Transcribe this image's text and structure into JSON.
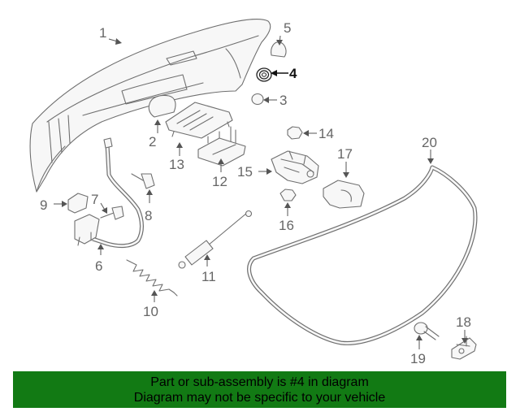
{
  "diagram": {
    "callouts": [
      {
        "id": "1",
        "label": "1"
      },
      {
        "id": "2",
        "label": "2"
      },
      {
        "id": "3",
        "label": "3"
      },
      {
        "id": "4",
        "label": "4",
        "highlighted": true
      },
      {
        "id": "5",
        "label": "5"
      },
      {
        "id": "6",
        "label": "6"
      },
      {
        "id": "7",
        "label": "7"
      },
      {
        "id": "8",
        "label": "8"
      },
      {
        "id": "9",
        "label": "9"
      },
      {
        "id": "10",
        "label": "10"
      },
      {
        "id": "11",
        "label": "11"
      },
      {
        "id": "12",
        "label": "12"
      },
      {
        "id": "13",
        "label": "13"
      },
      {
        "id": "14",
        "label": "14"
      },
      {
        "id": "15",
        "label": "15"
      },
      {
        "id": "16",
        "label": "16"
      },
      {
        "id": "17",
        "label": "17"
      },
      {
        "id": "18",
        "label": "18"
      },
      {
        "id": "19",
        "label": "19"
      },
      {
        "id": "20",
        "label": "20"
      }
    ],
    "line_color": "#6f6f6f",
    "highlight_color": "#111111"
  },
  "banner": {
    "line1": "Part or sub-assembly is #4 in diagram",
    "line2": "Diagram may not be specific to your vehicle",
    "background": "#127a14"
  }
}
